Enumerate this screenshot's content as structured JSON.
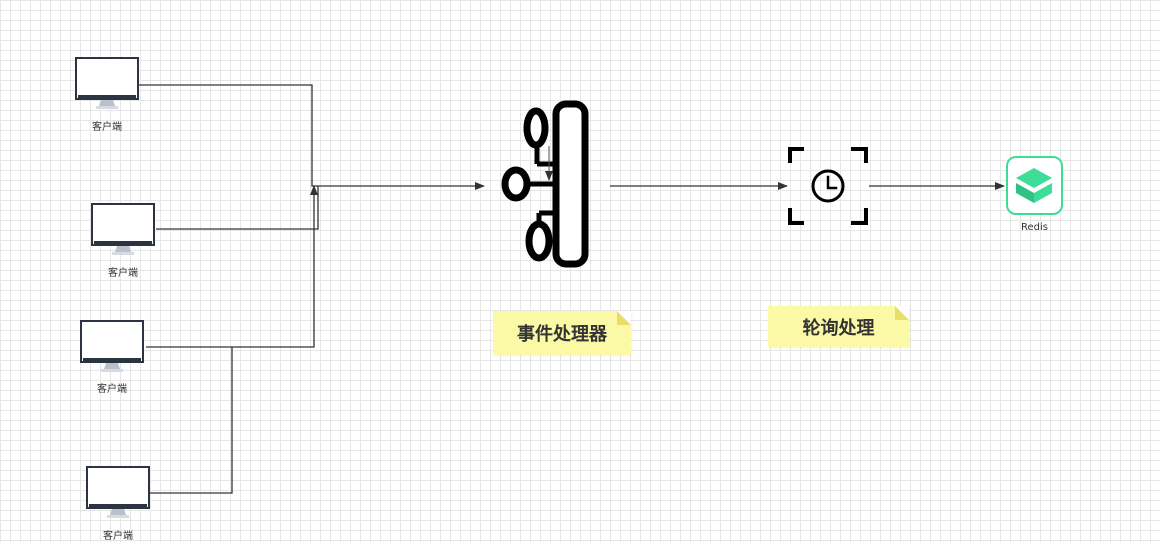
{
  "diagram": {
    "clients": [
      {
        "label": "客户端"
      },
      {
        "label": "客户端"
      },
      {
        "label": "客户端"
      },
      {
        "label": "客户端"
      }
    ],
    "event_processor": {
      "icon": "webhook-icon"
    },
    "event_processor_note": "事件处理器",
    "polling": {
      "icon": "timer-icon"
    },
    "polling_note": "轮询处理",
    "redis": {
      "icon": "redis-icon",
      "label": "Redis",
      "color": "#3ddc97"
    }
  }
}
